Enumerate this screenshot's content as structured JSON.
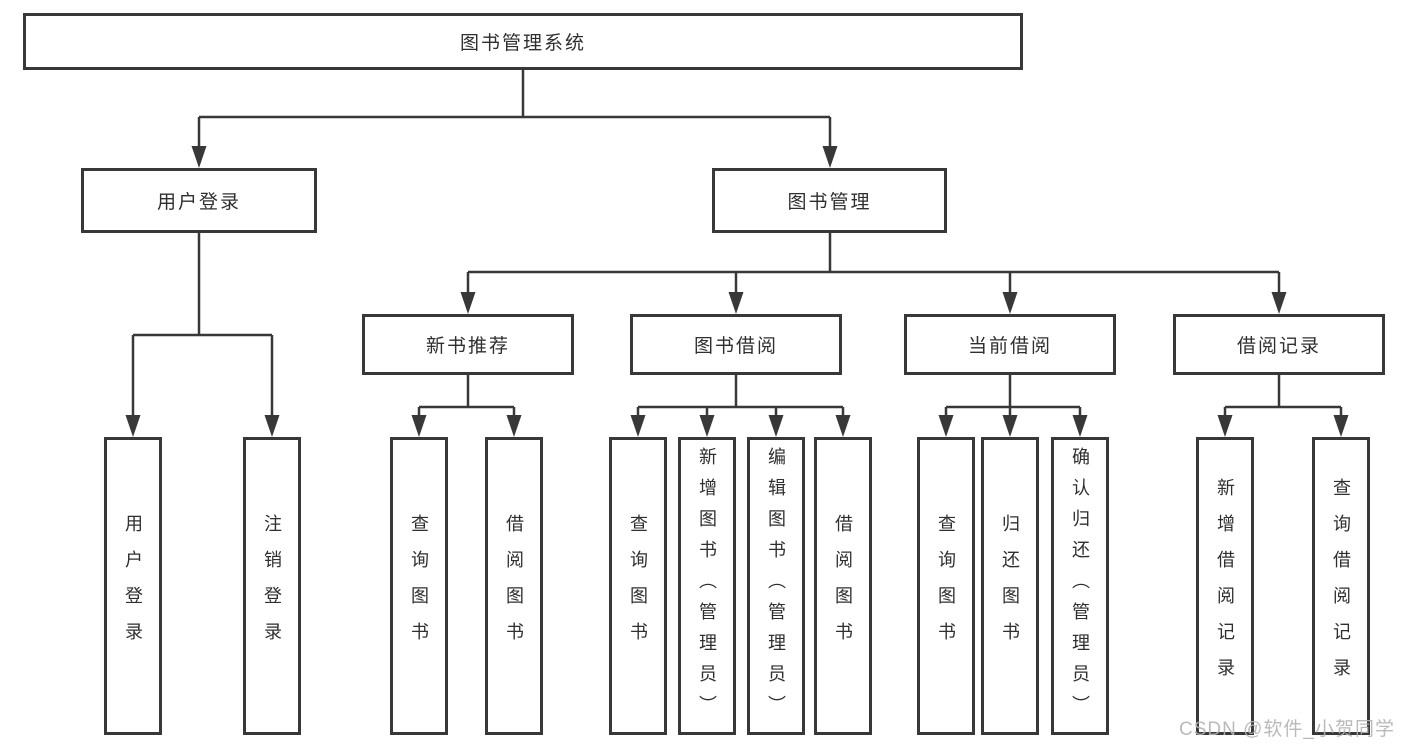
{
  "tree": {
    "root": {
      "label": "图书管理系统"
    },
    "branches": [
      {
        "label": "用户登录",
        "children": [
          {
            "label": "用户登录"
          },
          {
            "label": "注销登录"
          }
        ]
      },
      {
        "label": "图书管理",
        "children": [
          {
            "label": "新书推荐",
            "children": [
              {
                "label": "查询图书"
              },
              {
                "label": "借阅图书"
              }
            ]
          },
          {
            "label": "图书借阅",
            "children": [
              {
                "label": "查询图书"
              },
              {
                "label": "新增图书（管理员）"
              },
              {
                "label": "编辑图书（管理员）"
              },
              {
                "label": "借阅图书"
              }
            ]
          },
          {
            "label": "当前借阅",
            "children": [
              {
                "label": "查询图书"
              },
              {
                "label": "归还图书"
              },
              {
                "label": "确认归还（管理员）"
              }
            ]
          },
          {
            "label": "借阅记录",
            "children": [
              {
                "label": "新增借阅记录"
              },
              {
                "label": "查询借阅记录"
              }
            ]
          }
        ]
      }
    ]
  },
  "watermark": "CSDN @软件_小贺同学",
  "colors": {
    "line": "#383838",
    "box_background": "#ffffff",
    "text": "#2f2f2f",
    "watermark": "#b3b3b3"
  }
}
